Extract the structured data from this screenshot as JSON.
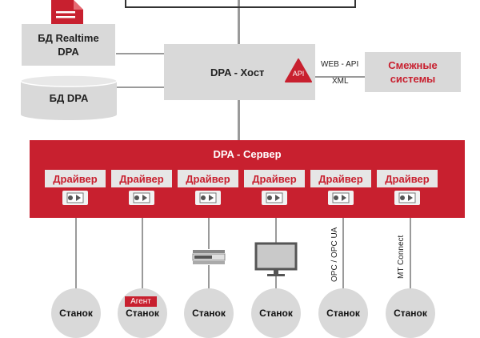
{
  "realtime_db": {
    "label_line1": "БД Realtime",
    "label_line2": "DPA"
  },
  "db": {
    "label": "БД DPA"
  },
  "host": {
    "label": "DPA - Хост",
    "api_badge": "API"
  },
  "protocols": {
    "web_api": "WEB - API",
    "xml": "XML"
  },
  "related": {
    "label_line1": "Смежные",
    "label_line2": "системы"
  },
  "server": {
    "title": "DPA - Сервер",
    "drivers": [
      "Драйвер",
      "Драйвер",
      "Драйвер",
      "Драйвер",
      "Драйвер",
      "Драйвер"
    ]
  },
  "connections": {
    "opc": "OPC / OPC UA",
    "mtconnect": "MT Connect"
  },
  "agent": {
    "label": "Агент"
  },
  "machines": [
    "Станок",
    "Станок",
    "Станок",
    "Станок",
    "Станок",
    "Станок"
  ],
  "colors": {
    "accent": "#c8202f",
    "panel": "#d9d9d9",
    "line": "#9a9a9a"
  },
  "icons": [
    "document-icon",
    "api-triangle-icon",
    "driver-icon",
    "terminal-icon",
    "monitor-icon"
  ]
}
